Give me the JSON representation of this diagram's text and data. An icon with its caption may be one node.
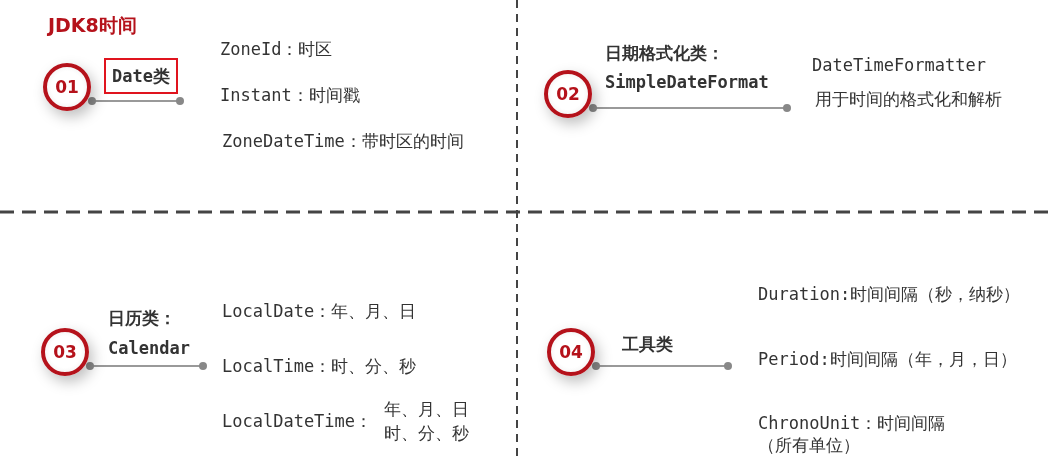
{
  "diagram": {
    "title": "JDK8时间",
    "nodes": [
      {
        "text": [
          "01"
        ]
      },
      {
        "text": [
          "Date类"
        ]
      },
      {
        "text": [
          "02"
        ],
        "beside": [
          "日期格式化类：",
          "SimpleDateFormat"
        ]
      },
      {
        "text": [
          "03"
        ],
        "beside": [
          "日历类：",
          "Calendar"
        ]
      },
      {
        "text": [
          "04"
        ],
        "beside": [
          "工具类"
        ]
      }
    ],
    "edges": [
      {
        "from": 0,
        "to": 1,
        "arrow": "other"
      },
      {
        "from": 2,
        "to": null,
        "arrow": "other"
      },
      {
        "from": 3,
        "to": null,
        "arrow": "other"
      },
      {
        "from": 4,
        "to": null,
        "arrow": "other"
      }
    ],
    "labels": [
      "ZoneId：时区",
      "Instant：时间戳",
      "ZoneDateTime：带时区的时间",
      "DateTimeFormatter",
      "用于时间的格式化和解析",
      "LocalDate：年、月、日",
      "LocalTime：时、分、秒",
      "LocalDateTime：",
      "年、月、日",
      "时、分、秒",
      "Duration:时间间隔（秒，纳秒）",
      "Period:时间间隔（年，月，日）",
      "ChronoUnit：时间间隔（所有单位）"
    ]
  }
}
